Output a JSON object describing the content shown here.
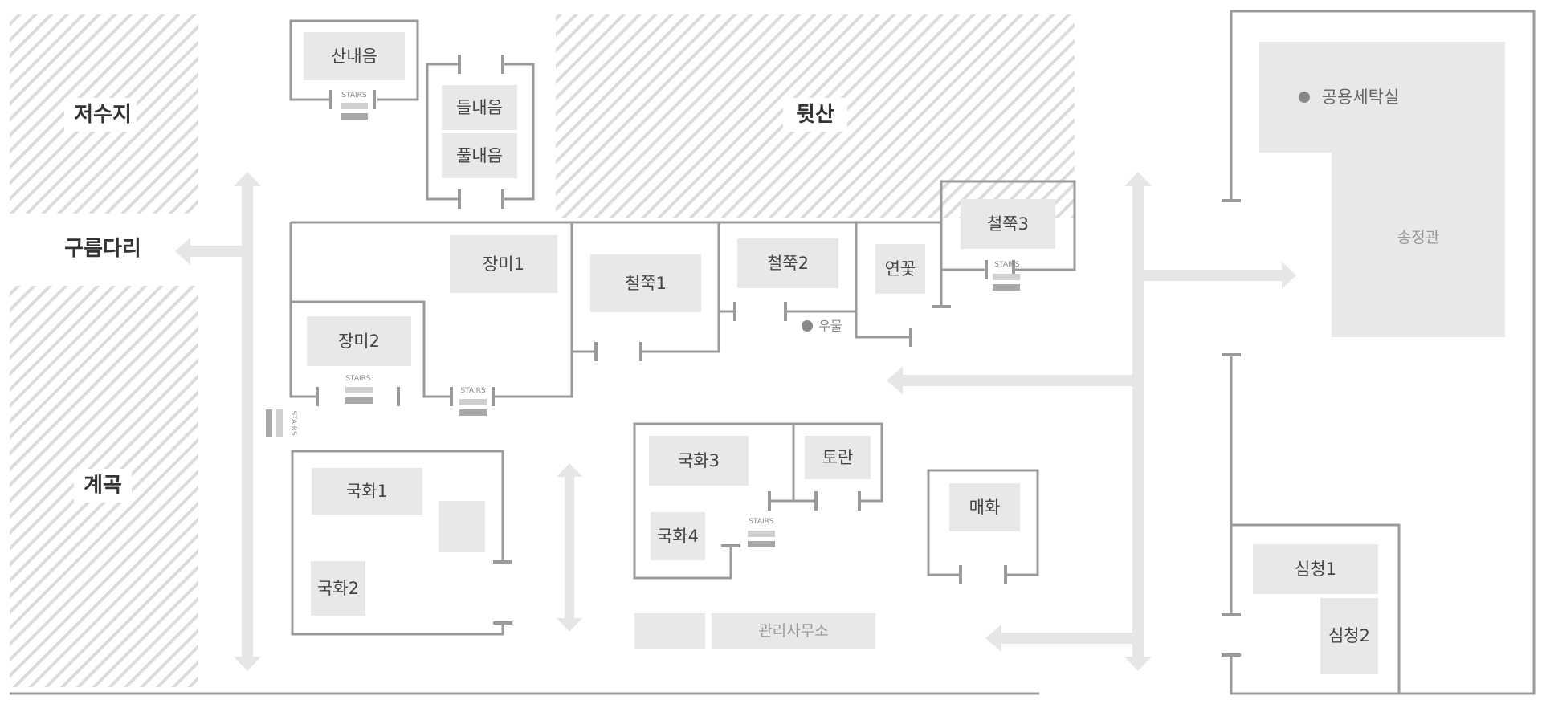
{
  "areas": {
    "reservoir": "저수지",
    "cloud_bridge": "구름다리",
    "valley": "계곡",
    "back_mountain": "뒷산"
  },
  "rooms": {
    "sannaeeum": "산내음",
    "deulnaeeum": "들내음",
    "pulnaeeum": "풀내음",
    "jangmi1": "장미1",
    "jangmi2": "장미2",
    "cheoljjuk1": "철쭉1",
    "cheoljjuk2": "철쭉2",
    "cheoljjuk3": "철쭉3",
    "yeonkkot": "연꽃",
    "gukhwa1": "국화1",
    "gukhwa2": "국화2",
    "gukhwa3": "국화3",
    "gukhwa4": "국화4",
    "toran": "토란",
    "maehwa": "매화",
    "office": "관리사무소",
    "songjeonggwan": "송정관",
    "laundry": "공용세탁실",
    "simcheong1": "심청1",
    "simcheong2": "심청2"
  },
  "poi": {
    "well": "우물"
  },
  "stairs_label": "STAIRS",
  "colors": {
    "room_fill": "#e8e8e7",
    "wall": "#9a9a9a",
    "hatch": "#dcdcdc",
    "arrow": "#e6e6e6",
    "dot": "#888888"
  }
}
